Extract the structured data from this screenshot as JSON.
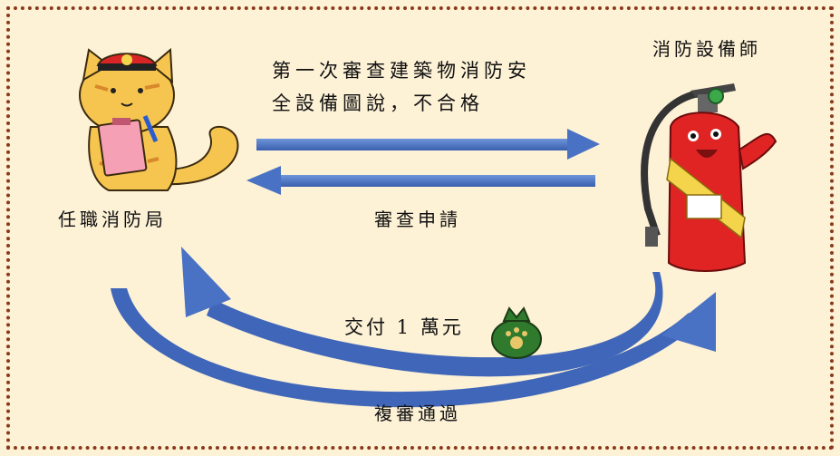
{
  "left_actor": {
    "label": "任職消防局",
    "icon": "cat-fire-officer-icon"
  },
  "right_actor": {
    "label": "消防設備師",
    "icon": "fire-extinguisher-character-icon"
  },
  "arrow_right": {
    "text_line1": "第一次審查建築物消防安",
    "text_line2": "全設備圖說，不合格"
  },
  "arrow_left": {
    "text": "審查申請"
  },
  "curved_upper": {
    "text": "交付 1 萬元",
    "icon": "money-bag-icon"
  },
  "curved_lower": {
    "text": "複審通過"
  },
  "colors": {
    "background": "#fdf1d6",
    "border": "#8b3a1a",
    "arrow": "#4a72c4",
    "extinguisher": "#e02424"
  }
}
